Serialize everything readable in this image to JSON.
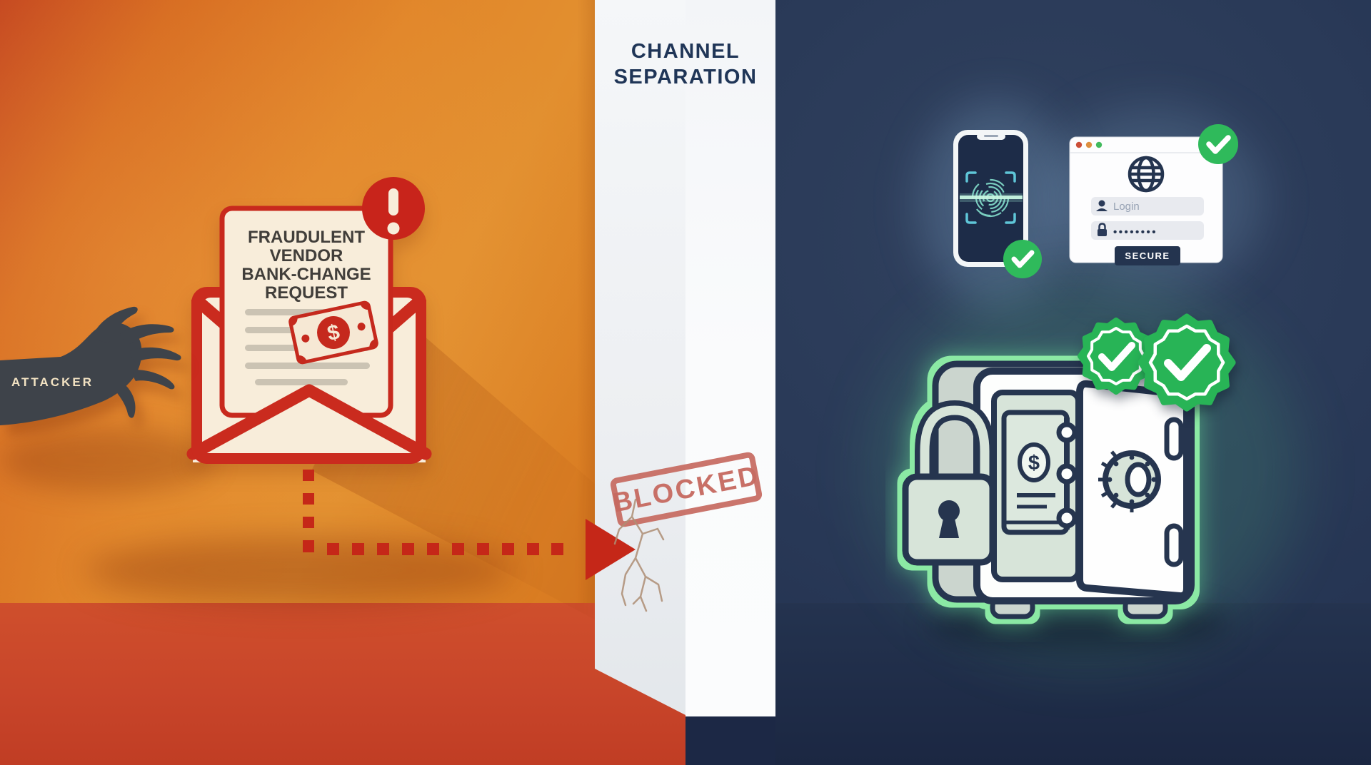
{
  "divider": {
    "title_line1": "CHANNEL",
    "title_line2": "SEPARATION",
    "stamp_label": "BLOCKED"
  },
  "left_scene": {
    "attacker_label": "ATTACKER",
    "letter_lines": [
      "FRAUDULENT",
      "VENDOR",
      "BANK-CHANGE",
      "REQUEST"
    ],
    "alert_symbol": "!",
    "bill_symbol": "$"
  },
  "right_scene": {
    "browser": {
      "login_placeholder": "Login",
      "password_mask": "••••••••",
      "secure_button_label": "SECURE"
    },
    "vault": {
      "dollar_symbol": "$"
    }
  },
  "colors": {
    "orange_bg": "#E1862A",
    "orange_floor": "#C8452A",
    "navy_bg": "#2A3A58",
    "red_accent": "#C52718",
    "stamp_red": "#C66A61",
    "cream": "#F8EDDA",
    "green_check": "#2FBA5B",
    "teal_scan": "#7ED6C6",
    "navy_line": "#263650",
    "pale_green": "#D7E4D9"
  }
}
